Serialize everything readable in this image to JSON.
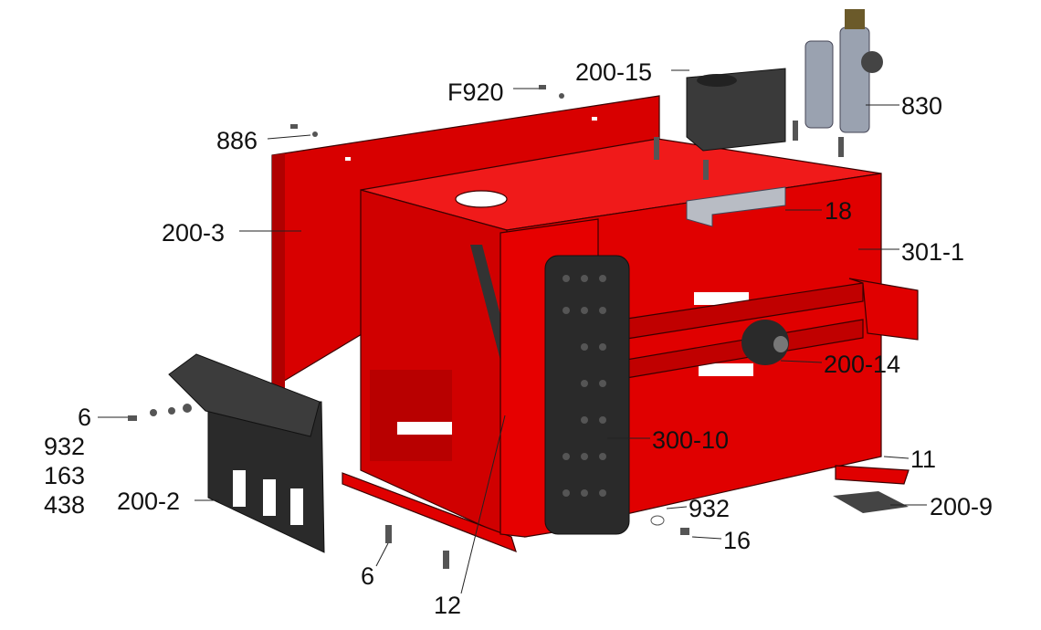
{
  "diagram": {
    "colors": {
      "body": "#e00000",
      "body_dark": "#b00000",
      "body_light": "#ff2a2a",
      "black_part": "#2a2a2a",
      "grey_part": "#9aa2b0"
    },
    "labels": {
      "l200_15": "200-15",
      "f920": "F920",
      "l830": "830",
      "l886": "886",
      "l200_3": "200-3",
      "l18": "18",
      "l301_1": "301-1",
      "l200_14": "200-14",
      "l6a": "6",
      "l932a": "932",
      "l163": "163",
      "l438": "438",
      "l200_2": "200-2",
      "l300_10": "300-10",
      "l11": "11",
      "l932b": "932",
      "l200_9": "200-9",
      "l16": "16",
      "l6b": "6",
      "l12": "12"
    }
  }
}
